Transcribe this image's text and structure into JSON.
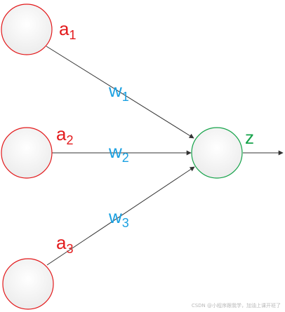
{
  "nodes": {
    "inputs": [
      {
        "label": "a",
        "sub": "1"
      },
      {
        "label": "a",
        "sub": "2"
      },
      {
        "label": "a",
        "sub": "3"
      }
    ],
    "output": {
      "label": "z"
    }
  },
  "weights": [
    {
      "label": "w",
      "sub": "1"
    },
    {
      "label": "w",
      "sub": "2"
    },
    {
      "label": "w",
      "sub": "3"
    }
  ],
  "colors": {
    "input_node_stroke": "#e31a1c",
    "output_node_stroke": "#16a34a",
    "input_label": "#e31a1c",
    "weight_label": "#1ba1e2",
    "output_label": "#16a34a",
    "edge": "#333333"
  },
  "watermark": "CSDN @小程序跟我学，加油上课开班了"
}
